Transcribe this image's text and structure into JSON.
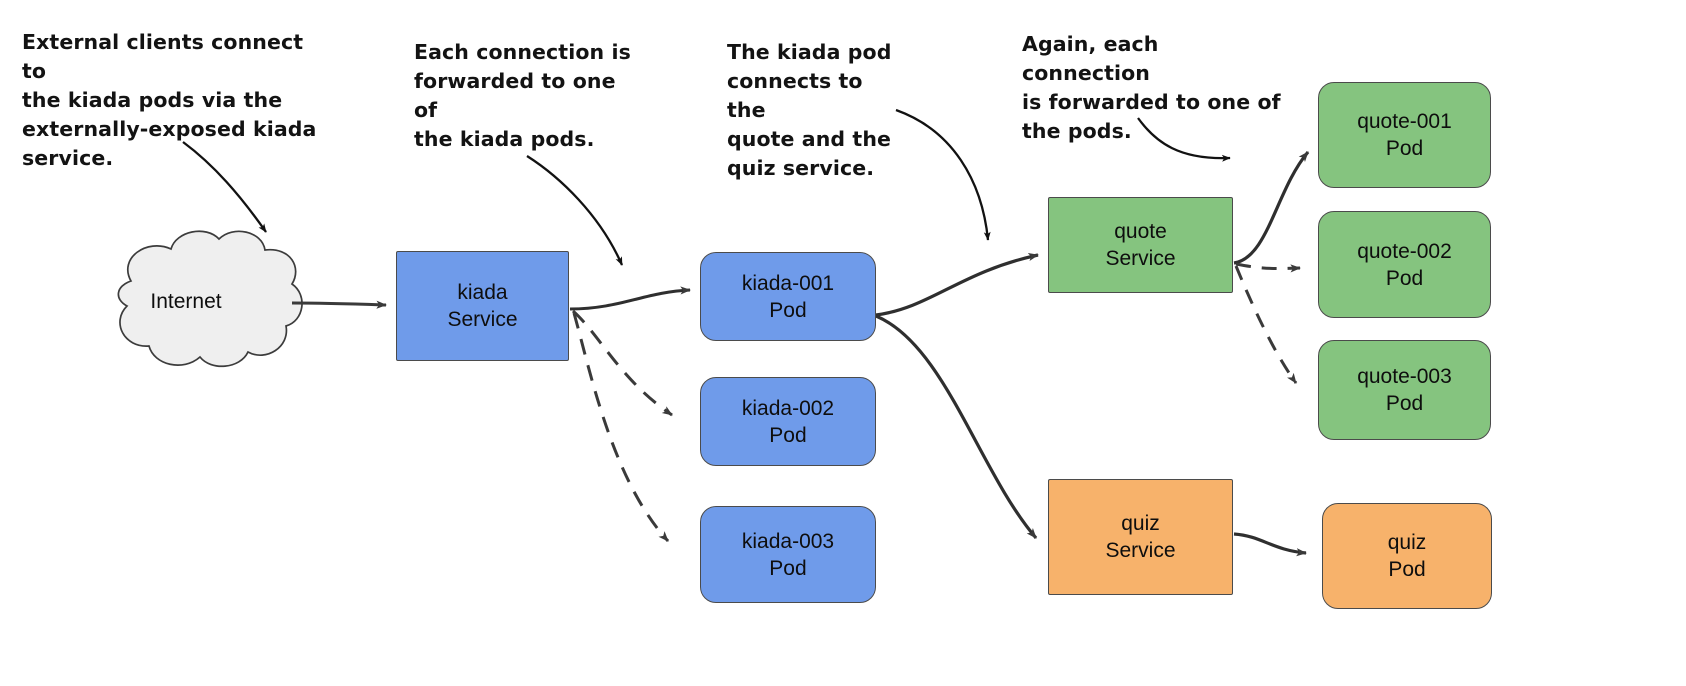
{
  "diagram": {
    "title": "kiada service-to-pod connection flow",
    "colors": {
      "service_blue": "#6f9bea",
      "service_green": "#85c47f",
      "service_orange": "#f7b26b",
      "cloud_fill": "#efefef",
      "stroke": "#4b4b4b",
      "edge": "#333333",
      "text": "#0e0e0e",
      "note_text": "#131313"
    },
    "notes": [
      {
        "id": "note-external-clients",
        "text": "External clients connect to\nthe kiada pods via the\nexternally-exposed kiada\nservice."
      },
      {
        "id": "note-each-connection",
        "text": "Each connection is\nforwarded to one of\nthe kiada pods."
      },
      {
        "id": "note-kiada-pod",
        "text": "The kiada pod\nconnects to the\nquote and the\nquiz service."
      },
      {
        "id": "note-again-each",
        "text": "Again, each connection\nis forwarded to one of\nthe pods."
      }
    ],
    "cloud": {
      "label": "Internet"
    },
    "services": [
      {
        "id": "kiada-service",
        "name": "kiada",
        "kind": "Service",
        "color": "blue"
      },
      {
        "id": "quote-service",
        "name": "quote",
        "kind": "Service",
        "color": "green"
      },
      {
        "id": "quiz-service",
        "name": "quiz",
        "kind": "Service",
        "color": "orange"
      }
    ],
    "pods": [
      {
        "id": "kiada-001-pod",
        "name": "kiada-001",
        "kind": "Pod",
        "color": "blue"
      },
      {
        "id": "kiada-002-pod",
        "name": "kiada-002",
        "kind": "Pod",
        "color": "blue"
      },
      {
        "id": "kiada-003-pod",
        "name": "kiada-003",
        "kind": "Pod",
        "color": "blue"
      },
      {
        "id": "quote-001-pod",
        "name": "quote-001",
        "kind": "Pod",
        "color": "green"
      },
      {
        "id": "quote-002-pod",
        "name": "quote-002",
        "kind": "Pod",
        "color": "green"
      },
      {
        "id": "quote-003-pod",
        "name": "quote-003",
        "kind": "Pod",
        "color": "green"
      },
      {
        "id": "quiz-pod",
        "name": "quiz",
        "kind": "Pod",
        "color": "orange"
      }
    ],
    "labels": {
      "kiada_service": "kiada\nService",
      "quote_service": "quote\nService",
      "quiz_service": "quiz\nService",
      "kiada_001": "kiada-001\nPod",
      "kiada_002": "kiada-002\nPod",
      "kiada_003": "kiada-003\nPod",
      "quote_001": "quote-001\nPod",
      "quote_002": "quote-002\nPod",
      "quote_003": "quote-003\nPod",
      "quiz_pod": "quiz\nPod",
      "internet": "Internet"
    },
    "edges": [
      {
        "from": "internet",
        "to": "kiada-service",
        "style": "solid"
      },
      {
        "from": "kiada-service",
        "to": "kiada-001-pod",
        "style": "solid"
      },
      {
        "from": "kiada-service",
        "to": "kiada-002-pod",
        "style": "dashed"
      },
      {
        "from": "kiada-service",
        "to": "kiada-003-pod",
        "style": "dashed"
      },
      {
        "from": "kiada-001-pod",
        "to": "quote-service",
        "style": "solid"
      },
      {
        "from": "kiada-001-pod",
        "to": "quiz-service",
        "style": "solid"
      },
      {
        "from": "quote-service",
        "to": "quote-001-pod",
        "style": "solid"
      },
      {
        "from": "quote-service",
        "to": "quote-002-pod",
        "style": "dashed"
      },
      {
        "from": "quote-service",
        "to": "quote-003-pod",
        "style": "dashed"
      },
      {
        "from": "quiz-service",
        "to": "quiz-pod",
        "style": "solid"
      }
    ]
  }
}
